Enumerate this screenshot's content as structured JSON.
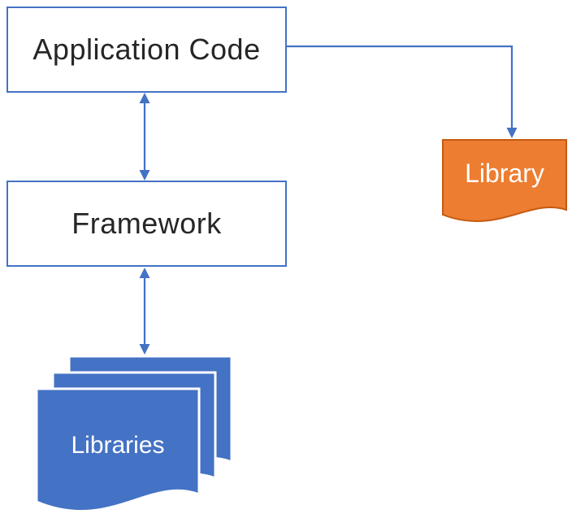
{
  "nodes": {
    "application_code": "Application Code",
    "framework": "Framework",
    "library": "Library",
    "libraries": "Libraries"
  },
  "colors": {
    "box_border_blue": "#4472C4",
    "arrow_blue": "#4472C4",
    "doc_fill_blue": "#4472C4",
    "library_fill_orange": "#ED7D31",
    "library_border_orange": "#C55A11",
    "label_dark": "#262626",
    "label_light": "#FFFFFF"
  }
}
